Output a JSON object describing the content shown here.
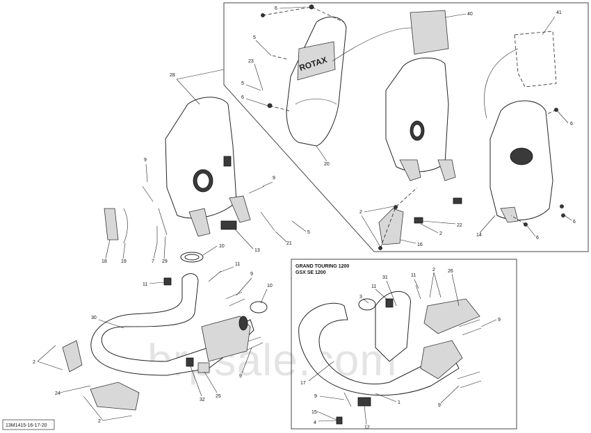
{
  "diagram_code": "13M1415-16-17-20",
  "watermark": "brpsale.com",
  "inset_title_lines": [
    "GRAND TOURING 1200",
    "GSX SE 1200"
  ],
  "callouts": {
    "c6a": "6",
    "c40": "40",
    "c41": "41",
    "c5a": "5",
    "c23": "23",
    "c5b": "5",
    "c6b": "6",
    "c28": "28",
    "c20": "20",
    "c6c": "6",
    "c9a": "9",
    "c9b": "9",
    "c2a": "2",
    "c22": "22",
    "c2b": "2",
    "c14": "14",
    "c6d": "6",
    "c6e": "6",
    "c16": "16",
    "c5c": "5",
    "c21": "21",
    "c13": "13",
    "c10a": "10",
    "c18": "18",
    "c19": "19",
    "c7a": "7",
    "c29": "29",
    "c11a": "11",
    "c11b": "11",
    "c9c": "9",
    "c10b": "10",
    "c30": "30",
    "c2c": "2",
    "c24": "24",
    "c2d": "2",
    "c9d": "9",
    "c32": "32",
    "c25": "25",
    "c11c": "11",
    "c2e": "2",
    "c26": "26",
    "c3": "3",
    "c31": "31",
    "c11d": "11",
    "c9e": "9",
    "c17": "17",
    "c9f": "9",
    "c1": "1",
    "c15": "15",
    "c4": "4",
    "c12": "12",
    "c9g": "9"
  }
}
